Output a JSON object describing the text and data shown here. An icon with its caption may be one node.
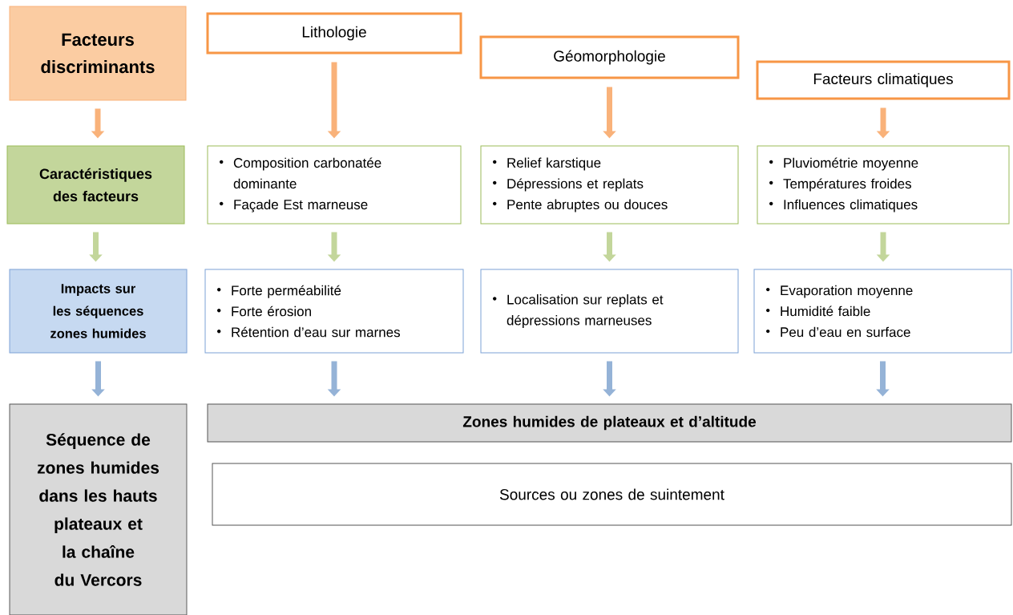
{
  "diagram": {
    "nodes": [
      {
        "text": [
          "Facteurs discriminants"
        ]
      },
      {
        "text": [
          "Lithologie"
        ]
      },
      {
        "text": [
          "Géomorphologie"
        ]
      },
      {
        "text": [
          "Facteurs climatiques"
        ]
      },
      {
        "text": [
          "Caractéristiques des facteurs"
        ]
      },
      {
        "text": [
          "Composition carbonatée dominante",
          "Façade Est marneuse"
        ]
      },
      {
        "text": [
          "Relief karstique",
          "Dépressions et replats",
          "Pente abruptes ou douces"
        ]
      },
      {
        "text": [
          "Pluviométrie moyenne",
          "Températures froides",
          "Influences climatiques"
        ]
      },
      {
        "text": [
          "Impacts sur les séquences zones humides"
        ]
      },
      {
        "text": [
          "Forte perméabilité",
          "Forte érosion",
          "Rétention d’eau sur marnes"
        ]
      },
      {
        "text": [
          "Localisation sur replats et dépressions marneuses"
        ]
      },
      {
        "text": [
          "Evaporation moyenne",
          "Humidité faible",
          "Peu d’eau en surface"
        ]
      },
      {
        "text": [
          "Séquence de zones humides dans les hauts plateaux et la chaîne du Vercors"
        ]
      },
      {
        "text": [
          "Zones humides de plateaux et d’altitude"
        ]
      },
      {
        "text": [
          "Sources ou zones de suintement"
        ]
      }
    ],
    "edges": [
      {
        "from": 0,
        "to": 4,
        "arrow": "to",
        "color": "#f9b27a"
      },
      {
        "from": 1,
        "to": 5,
        "arrow": "to",
        "color": "#f9b27a"
      },
      {
        "from": 2,
        "to": 6,
        "arrow": "to",
        "color": "#f9b27a"
      },
      {
        "from": 3,
        "to": 7,
        "arrow": "to",
        "color": "#f9b27a"
      },
      {
        "from": 4,
        "to": 8,
        "arrow": "to",
        "color": "#c3d69b"
      },
      {
        "from": 5,
        "to": 9,
        "arrow": "to",
        "color": "#c3d69b"
      },
      {
        "from": 6,
        "to": 10,
        "arrow": "to",
        "color": "#c3d69b"
      },
      {
        "from": 7,
        "to": 11,
        "arrow": "to",
        "color": "#c3d69b"
      },
      {
        "from": 8,
        "to": 12,
        "arrow": "to",
        "color": "#95b3d7"
      },
      {
        "from": 9,
        "to": 13,
        "arrow": "to",
        "color": "#95b3d7"
      },
      {
        "from": 10,
        "to": 13,
        "arrow": "to",
        "color": "#95b3d7"
      },
      {
        "from": 11,
        "to": 13,
        "arrow": "to",
        "color": "#95b3d7"
      }
    ]
  }
}
